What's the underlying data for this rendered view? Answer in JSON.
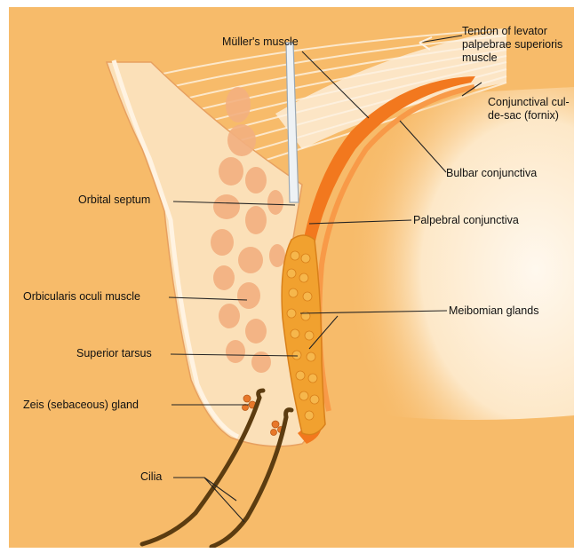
{
  "labels": {
    "muller": "Müller's muscle",
    "tendon": "Tendon of levator palpebrae superioris muscle",
    "cul_de_sac": "Conjunctival cul-de-sac (fornix)",
    "bulbar": "Bulbar conjunctiva",
    "septum": "Orbital septum",
    "palpebral": "Palpebral conjunctiva",
    "orbicularis": "Orbicularis oculi muscle",
    "meibomian": "Meibomian glands",
    "tarsus": "Superior tarsus",
    "zeis": "Zeis (sebaceous) gland",
    "cilia": "Cilia"
  },
  "colors": {
    "background": "#f7bb6a",
    "skin": "#fbe0b8",
    "muscle": "#f3b080",
    "conjunctiva": "#f2781e",
    "tarsus": "#f1a12f",
    "cilia": "#5c3c10"
  }
}
